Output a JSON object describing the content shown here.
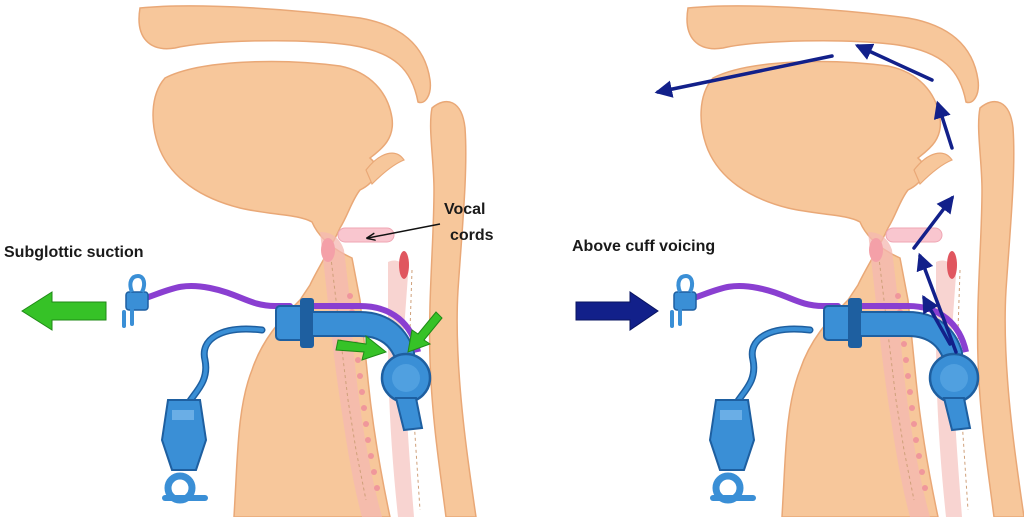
{
  "panels": {
    "left": {
      "title": "Subglottic suction",
      "callout_line1": "Vocal",
      "callout_line2": "cords"
    },
    "right": {
      "title": "Above cuff voicing"
    }
  },
  "colors": {
    "skin": "#f7c79b",
    "skin_outline": "#e9a877",
    "trachea_pink": "#f4b8b2",
    "cords_pink": "#f9c6cf",
    "tube_blue": "#3a8fd6",
    "tube_dark": "#1e5fa0",
    "purple_line": "#8a3fd1",
    "green_arrow": "#36c227",
    "navy_arrow": "#12208a",
    "text": "#1a1a1a"
  },
  "icons": {
    "suction_arrow": "left-arrow",
    "airflow_in_arrow": "right-arrow",
    "airflow_paths": "arrow-path"
  }
}
